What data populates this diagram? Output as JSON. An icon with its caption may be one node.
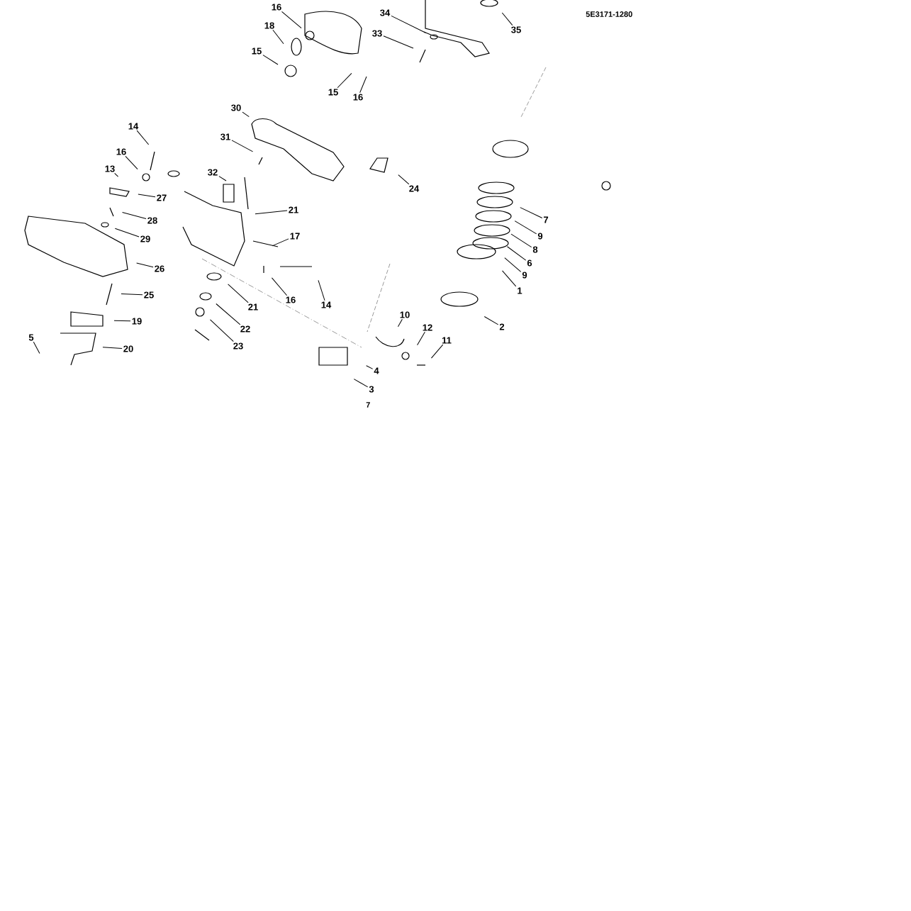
{
  "diagram": {
    "nodes": [
      {
        "text": [
          "16"
        ]
      },
      {
        "text": [
          "18"
        ]
      },
      {
        "text": [
          "15"
        ]
      },
      {
        "text": [
          "15"
        ]
      },
      {
        "text": [
          "16"
        ]
      },
      {
        "text": [
          "34"
        ]
      },
      {
        "text": [
          "33"
        ]
      },
      {
        "text": [
          "35"
        ]
      },
      {
        "text": [
          "30"
        ]
      },
      {
        "text": [
          "31"
        ]
      },
      {
        "text": [
          "14"
        ]
      },
      {
        "text": [
          "16"
        ]
      },
      {
        "text": [
          "13"
        ]
      },
      {
        "text": [
          "32"
        ]
      },
      {
        "text": [
          "27"
        ]
      },
      {
        "text": [
          "28"
        ]
      },
      {
        "text": [
          "29"
        ]
      },
      {
        "text": [
          "21"
        ]
      },
      {
        "text": [
          "17"
        ]
      },
      {
        "text": [
          "26"
        ]
      },
      {
        "text": [
          "16"
        ]
      },
      {
        "text": [
          "14"
        ]
      },
      {
        "text": [
          "21"
        ]
      },
      {
        "text": [
          "25"
        ]
      },
      {
        "text": [
          "22"
        ]
      },
      {
        "text": [
          "19"
        ]
      },
      {
        "text": [
          "23"
        ]
      },
      {
        "text": [
          "20"
        ]
      },
      {
        "text": [
          "5"
        ]
      },
      {
        "text": [
          "24"
        ]
      },
      {
        "text": [
          "10"
        ]
      },
      {
        "text": [
          "12"
        ]
      },
      {
        "text": [
          "11"
        ]
      },
      {
        "text": [
          "2"
        ]
      },
      {
        "text": [
          "1"
        ]
      },
      {
        "text": [
          "9"
        ]
      },
      {
        "text": [
          "6"
        ]
      },
      {
        "text": [
          "8"
        ]
      },
      {
        "text": [
          "9"
        ]
      },
      {
        "text": [
          "7"
        ]
      },
      {
        "text": [
          "4"
        ]
      },
      {
        "text": [
          "3"
        ]
      }
    ],
    "edges": [
      {
        "from": 0,
        "to": null,
        "arrow": "none"
      },
      {
        "from": 1,
        "to": null,
        "arrow": "none"
      },
      {
        "from": 2,
        "to": null,
        "arrow": "none"
      },
      {
        "from": 3,
        "to": null,
        "arrow": "none"
      },
      {
        "from": 4,
        "to": null,
        "arrow": "none"
      },
      {
        "from": 5,
        "to": null,
        "arrow": "none"
      },
      {
        "from": 6,
        "to": null,
        "arrow": "none"
      },
      {
        "from": 7,
        "to": null,
        "arrow": "none"
      },
      {
        "from": 8,
        "to": null,
        "arrow": "none"
      },
      {
        "from": 9,
        "to": null,
        "arrow": "none"
      },
      {
        "from": 10,
        "to": null,
        "arrow": "none"
      },
      {
        "from": 11,
        "to": null,
        "arrow": "none"
      },
      {
        "from": 12,
        "to": null,
        "arrow": "none"
      },
      {
        "from": 13,
        "to": null,
        "arrow": "none"
      },
      {
        "from": 14,
        "to": null,
        "arrow": "none"
      },
      {
        "from": 15,
        "to": null,
        "arrow": "none"
      },
      {
        "from": 16,
        "to": null,
        "arrow": "none"
      },
      {
        "from": 17,
        "to": null,
        "arrow": "none"
      },
      {
        "from": 18,
        "to": null,
        "arrow": "none"
      },
      {
        "from": 19,
        "to": null,
        "arrow": "none"
      },
      {
        "from": 20,
        "to": null,
        "arrow": "none"
      },
      {
        "from": 21,
        "to": null,
        "arrow": "none"
      },
      {
        "from": 22,
        "to": null,
        "arrow": "none"
      },
      {
        "from": 23,
        "to": null,
        "arrow": "none"
      },
      {
        "from": 24,
        "to": null,
        "arrow": "none"
      },
      {
        "from": 25,
        "to": null,
        "arrow": "none"
      },
      {
        "from": 26,
        "to": null,
        "arrow": "none"
      },
      {
        "from": 27,
        "to": null,
        "arrow": "none"
      },
      {
        "from": 28,
        "to": null,
        "arrow": "none"
      },
      {
        "from": 29,
        "to": null,
        "arrow": "none"
      },
      {
        "from": 30,
        "to": null,
        "arrow": "none"
      },
      {
        "from": 31,
        "to": null,
        "arrow": "none"
      },
      {
        "from": 32,
        "to": null,
        "arrow": "none"
      },
      {
        "from": 33,
        "to": null,
        "arrow": "none"
      },
      {
        "from": 34,
        "to": null,
        "arrow": "none"
      },
      {
        "from": 35,
        "to": null,
        "arrow": "none"
      },
      {
        "from": 36,
        "to": null,
        "arrow": "none"
      },
      {
        "from": 37,
        "to": null,
        "arrow": "none"
      },
      {
        "from": 38,
        "to": null,
        "arrow": "none"
      },
      {
        "from": 39,
        "to": null,
        "arrow": "none"
      },
      {
        "from": 40,
        "to": null,
        "arrow": "none"
      },
      {
        "from": 41,
        "to": null,
        "arrow": "none"
      }
    ],
    "labels": [
      "5E3171-1280",
      "7"
    ]
  }
}
